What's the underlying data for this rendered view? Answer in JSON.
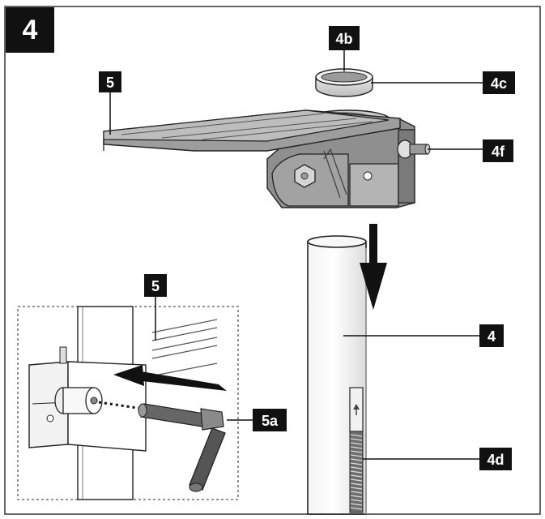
{
  "step_number": "4",
  "callouts": {
    "table": "5",
    "ring": "4b",
    "ring_right": "4c",
    "clamp_shaft": "4f",
    "inset_table": "5",
    "inset_lever": "5a",
    "column": "4",
    "rack": "4d"
  },
  "colors": {
    "frame": "#333333",
    "label_bg": "#111111",
    "part_fill": "#a9a9a9",
    "part_dark": "#7d7d7d",
    "part_light": "#d6d6d6",
    "line": "#222222"
  }
}
